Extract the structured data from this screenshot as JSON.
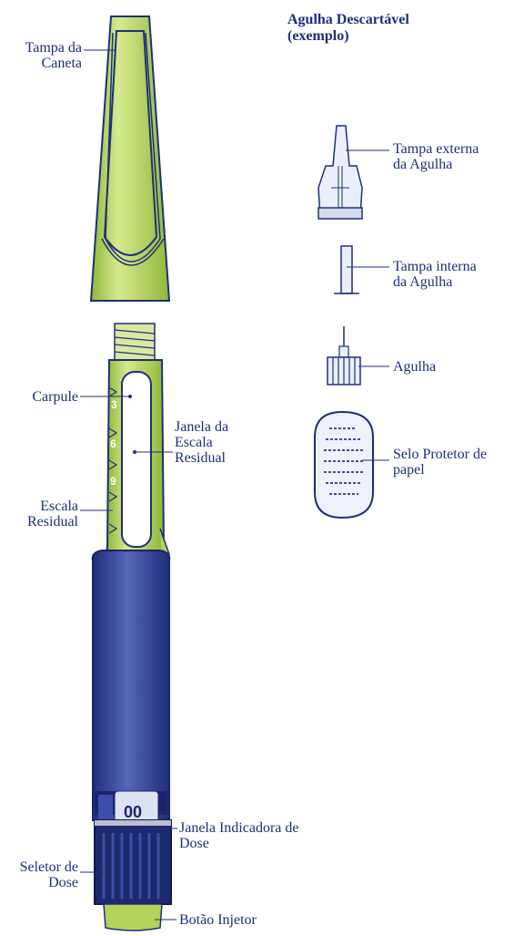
{
  "title": [
    "Agulha Descartável",
    "(exemplo)"
  ],
  "labels": {
    "tampa_caneta": [
      "Tampa da",
      "Caneta"
    ],
    "carpule": [
      "Carpule"
    ],
    "janela_escala": [
      "Janela da",
      "Escala",
      "Residual"
    ],
    "escala_residual": [
      "Escala",
      "Residual"
    ],
    "janela_dose": [
      "Janela Indicadora de",
      "Dose"
    ],
    "seletor_dose": [
      "Seletor de",
      "Dose"
    ],
    "botao_injetor": [
      "Botão Injetor"
    ],
    "tampa_externa": [
      "Tampa externa",
      "da Agulha"
    ],
    "tampa_interna": [
      "Tampa interna",
      "da Agulha"
    ],
    "agulha": [
      "Agulha"
    ],
    "selo": [
      "Selo Protetor de",
      "papel"
    ]
  },
  "scale_marks": [
    "3",
    "6",
    "9"
  ],
  "dose_display": "00",
  "colors": {
    "green": "#b3d35a",
    "green_dark": "#6e9a22",
    "blue": "#2b3f9c",
    "blue_dark": "#1a2568",
    "ink": "#1e2f7a"
  }
}
